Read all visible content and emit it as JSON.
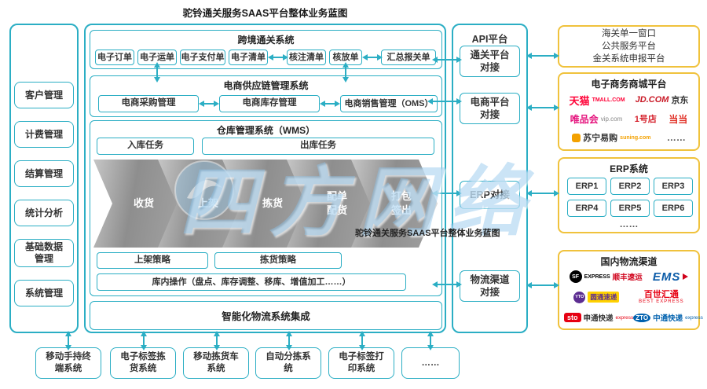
{
  "page_title": "驼铃通关服务SAAS平台整体业务蓝图",
  "watermark": {
    "brand": "四方网络",
    "caption": "驼铃通关服务SAAS平台整体业务蓝图"
  },
  "colors": {
    "panel_border": "#2BAEC4",
    "external_border": "#F0C23C",
    "chevron_gray": "#9A9A9A",
    "arrow": "#2BAEC4"
  },
  "sidebar": {
    "items": [
      "客户管理",
      "计费管理",
      "结算管理",
      "统计分析",
      "基础数据管理",
      "系统管理"
    ]
  },
  "main": {
    "customs": {
      "title": "跨境通关系统",
      "docs": [
        "电子订单",
        "电子运单",
        "电子支付单",
        "电子清单",
        "核注清单",
        "核放单",
        "汇总报关单"
      ]
    },
    "supply": {
      "title": "电商供应链管理系统",
      "modules": [
        "电商采购管理",
        "电商库存管理",
        "电商销售管理（OMS）"
      ]
    },
    "wms": {
      "title": "仓库管理系统（WMS）",
      "inbound": "入库任务",
      "outbound": "出库任务",
      "steps": [
        "收货",
        "上架",
        "拣货",
        "配单配货",
        "打包签出"
      ],
      "strategies": [
        "上架策略",
        "拣货策略"
      ],
      "operations": "库内操作（盘点、库存调整、移库、增值加工……）"
    },
    "integration": {
      "title": "智能化物流系统集成"
    }
  },
  "api": {
    "title": "API平台",
    "items": [
      "通关平台对接",
      "电商平台对接",
      "ERP对接",
      "物流渠道对接"
    ]
  },
  "external": {
    "customs_window": {
      "lines": [
        "海关单一窗口",
        "公共服务平台",
        "金关系统申报平台"
      ]
    },
    "mall": {
      "title": "电子商务商城平台",
      "brands": {
        "tmall": {
          "main": "天猫",
          "sub": "TMALL.COM"
        },
        "jd": {
          "main": "JD.COM",
          "sub": "京东"
        },
        "vip": {
          "main": "唯品会",
          "sub": "vip.com"
        },
        "yhd": {
          "main": "1号店"
        },
        "dangdang": {
          "main": "当当"
        },
        "suning": {
          "main": "苏宁易购",
          "sub": "suning.com"
        }
      },
      "more": "……"
    },
    "erp": {
      "title": "ERP系统",
      "items": [
        "ERP1",
        "ERP2",
        "ERP3",
        "ERP4",
        "ERP5",
        "ERP6"
      ],
      "more": "……"
    },
    "logistics": {
      "title": "国内物流渠道",
      "brands": {
        "sf": {
          "badge": "SF",
          "main": "EXPRESS",
          "sub": "顺丰速运"
        },
        "ems": {
          "main": "EMS"
        },
        "yto": {
          "badge": "YTO",
          "main": "圆通速递"
        },
        "best": {
          "main": "百世汇通",
          "sub": "BEST EXPRESS"
        },
        "sto": {
          "badge": "sto",
          "main": "申通快递",
          "sub": "express"
        },
        "zto": {
          "badge": "ZTO",
          "main": "中通快递",
          "sub": "express"
        }
      }
    }
  },
  "bottom": {
    "items": [
      "移动手持终端系统",
      "电子标签拣货系统",
      "移动拣货车系统",
      "自动分拣系统",
      "电子标签打印系统",
      "……"
    ]
  }
}
